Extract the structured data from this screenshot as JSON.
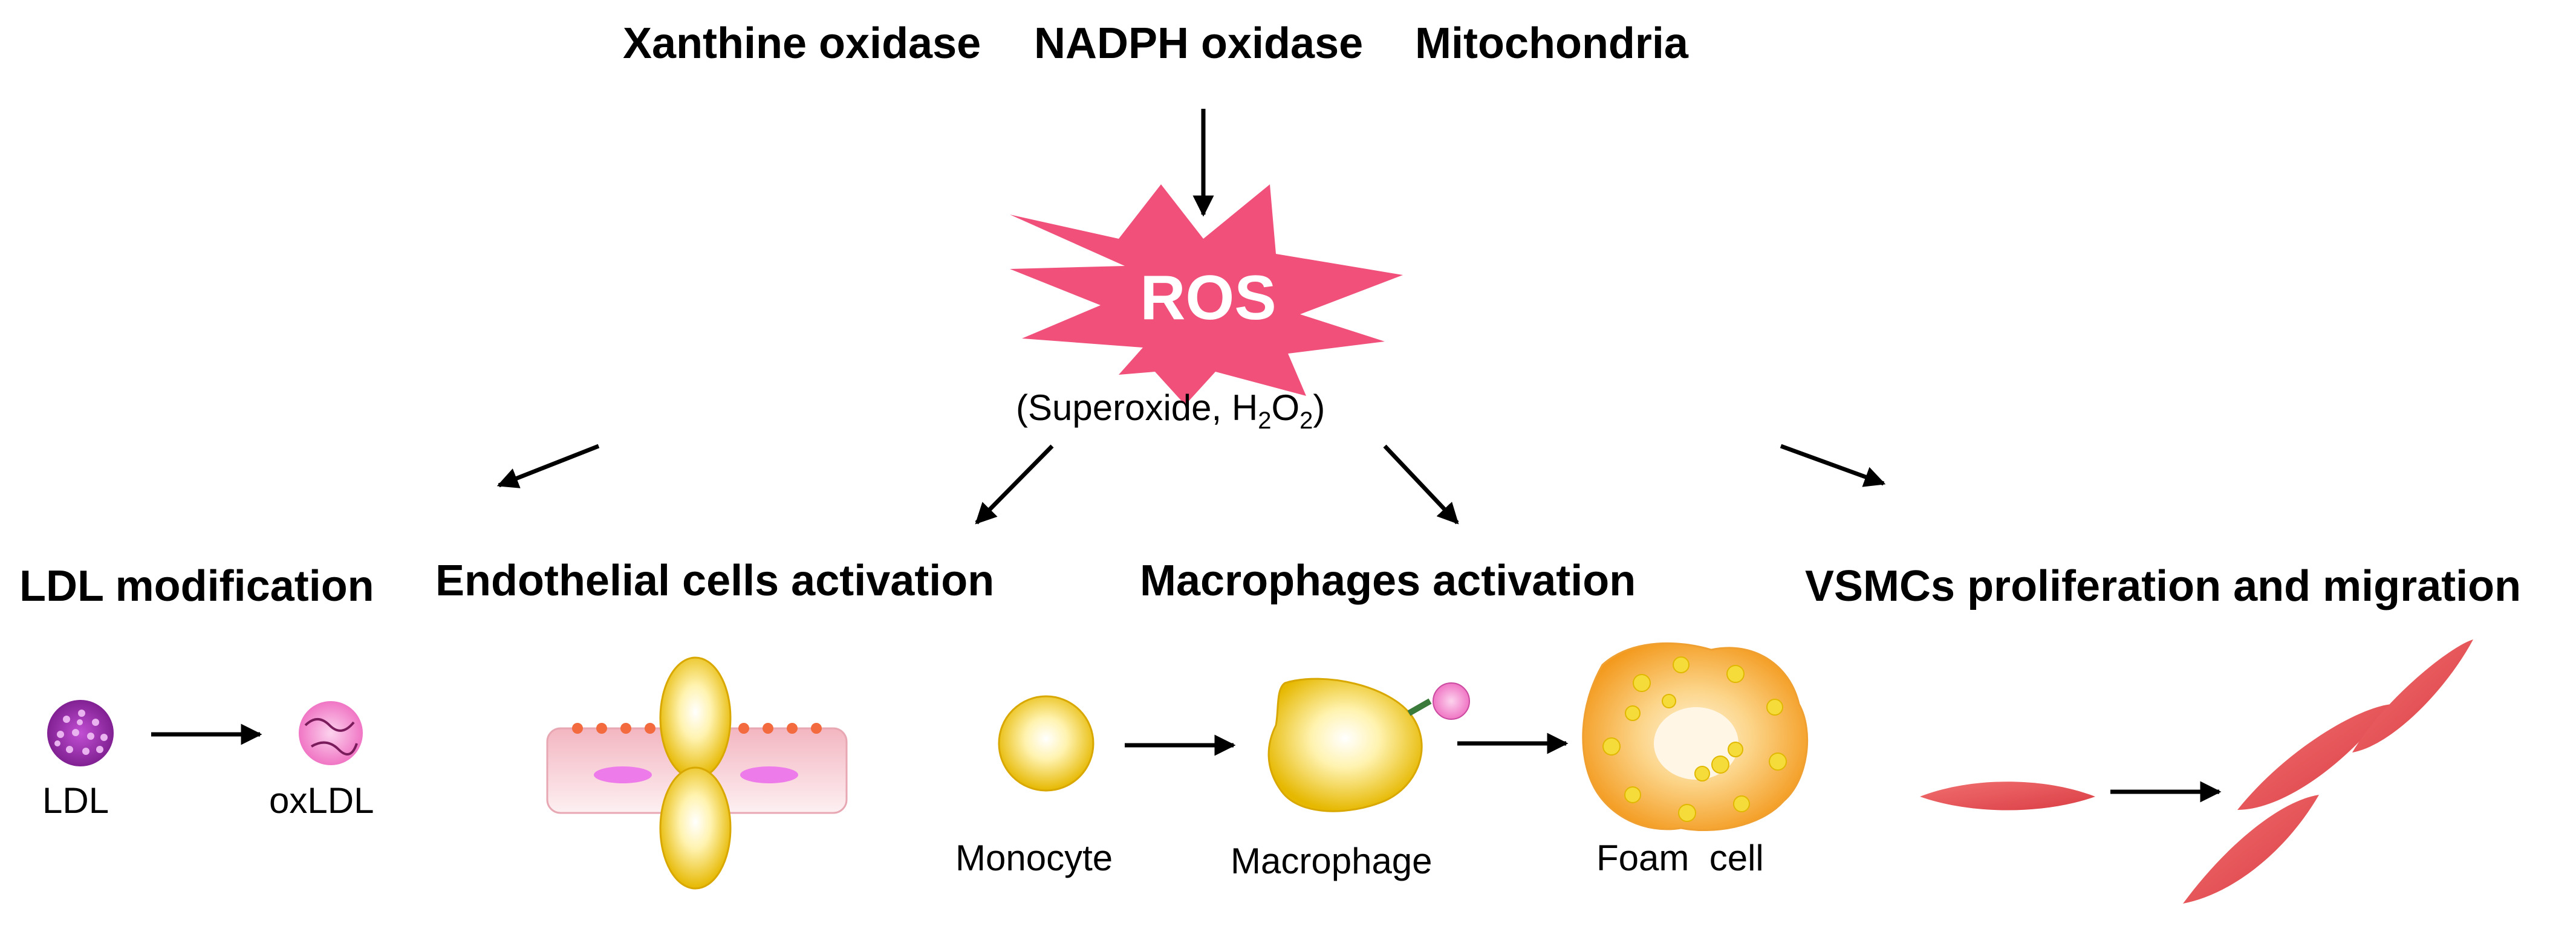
{
  "sources": [
    "Xanthine oxidase",
    "NADPH oxidase",
    "Mitochondria"
  ],
  "ros": {
    "label": "ROS",
    "subtitle_prefix": "(Superoxide, H",
    "sub_2a": "2",
    "subtitle_mid": "O",
    "sub_2b": "2",
    "subtitle_suffix": ")"
  },
  "branches": [
    {
      "heading": "LDL modification",
      "labels": [
        "LDL",
        "oxLDL"
      ]
    },
    {
      "heading": "Endothelial cells activation",
      "labels": []
    },
    {
      "heading": "Macrophages activation",
      "labels": [
        "Monocyte",
        "Macrophage",
        "Foam  cell"
      ]
    },
    {
      "heading": "VSMCs proliferation and migration",
      "labels": []
    }
  ],
  "colors": {
    "ros_burst": "#f0507a",
    "ldl": "#9b2fae",
    "oxldl": "#f27fc8",
    "cell_gold": "#f3d02e",
    "foam": "#f9b545",
    "vsmc": "#e8555a",
    "endothelium": "#f6c7ce"
  }
}
